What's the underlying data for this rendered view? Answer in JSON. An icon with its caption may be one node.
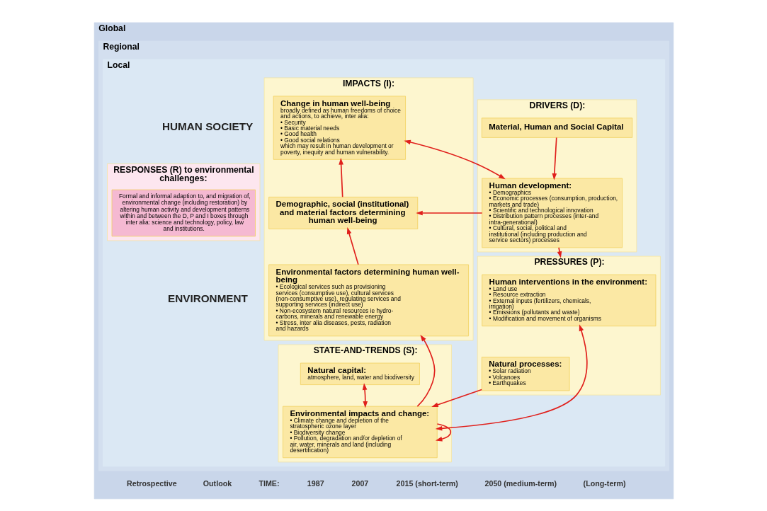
{
  "diagram": {
    "nodes": [
      {
        "text": [
          "Global"
        ]
      },
      {
        "text": [
          "Regional"
        ],
        "in": 0
      },
      {
        "text": [
          "Local"
        ],
        "in": 1
      },
      {
        "text": [
          "DRIVERS (D):"
        ],
        "in": 2
      },
      {
        "text": [
          "Material, Human and Social Capital"
        ],
        "in": 3
      },
      {
        "text": [
          "Human development:",
          "• Demographics",
          "• Economic processes (consumption, production, markets and trade)",
          "• Scientific and technological innovation",
          "• Distribution pattern processes (inter-and intra-generational)",
          "• Cultural, social, political and institutional (including production and service sectors) processes"
        ],
        "in": 3
      },
      {
        "text": [
          "RESPONSES (R) to environmental challenges:"
        ],
        "in": 2
      },
      {
        "text": [
          "Formal and informal adaption to, and migration of, environmental change (including restoration) by altering human activity and development patterns within and between the D, P and I boxes through inter alia: science and technology, policy, law and institutions."
        ],
        "in": 6
      },
      {
        "text": [
          "IMPACTS (I):"
        ],
        "in": 2
      },
      {
        "text": [
          "Change in human well-being",
          "broadly defined as human freedoms of choice and actions, to achieve, inter alia:",
          "• Security",
          "• Basic material needs",
          "• Good health",
          "• Good social relations",
          "which may result in human development or poverty, inequity and human vulnerability."
        ],
        "in": 8
      },
      {
        "text": [
          "Demographic, social (institutional) and material factors determining human well-being"
        ],
        "in": 8
      },
      {
        "text": [
          "Environmental factors determining human well-being",
          "• Ecological services such as provisioning services (consumptive use), cultural services (non-consumptive use), regulating services and supporting services (indirect use)",
          "• Non-ecosystem natural resources ie hydro-carbons, minerals and renewable energy",
          "• Stress, inter alia diseases, pests, radiation and hazards"
        ],
        "in": 8
      },
      {
        "text": [
          "PRESSURES (P):"
        ],
        "in": 2
      },
      {
        "text": [
          "Human interventions in the environment:",
          "• Land use",
          "• Resource extraction",
          "• External inputs (fertilizers, chemicals, irrigation)",
          "• Emissions (pollutants and waste)",
          "• Modification and movement of organisms"
        ],
        "in": 12
      },
      {
        "text": [
          "Natural processes:",
          "• Solar radiation",
          "• Volcanoes",
          "• Earthquakes"
        ],
        "in": 12
      },
      {
        "text": [
          "STATE-AND-TRENDS (S):"
        ],
        "in": 2
      },
      {
        "text": [
          "Natural capital:",
          "atmosphere, land, water and biodiversity"
        ],
        "in": 15
      },
      {
        "text": [
          "Environmental impacts and change:",
          "• Climate change and depletion of the stratospheric ozone layer",
          "• Biodiversity change",
          "• Pollution, degradation and/or depletion of air, water, minerals and land (including desertification)"
        ],
        "in": 15
      }
    ],
    "edges": [
      {
        "from": 4,
        "to": 5,
        "arrow": "to"
      },
      {
        "from": 5,
        "to": 12,
        "arrow": "to"
      },
      {
        "from": 5,
        "to": 9,
        "arrow": "both"
      },
      {
        "from": 5,
        "to": 10,
        "arrow": "to"
      },
      {
        "from": 10,
        "to": 9,
        "arrow": "to"
      },
      {
        "from": 11,
        "to": 10,
        "arrow": "to"
      },
      {
        "from": 13,
        "to": 17,
        "arrow": "both"
      },
      {
        "from": 14,
        "to": 17,
        "arrow": "to"
      },
      {
        "from": 16,
        "to": 17,
        "arrow": "both"
      },
      {
        "from": 17,
        "to": 11,
        "arrow": "to"
      },
      {
        "from": 17,
        "to": 17,
        "arrow": "to"
      }
    ],
    "labels": [
      "HUMAN SOCIETY",
      "ENVIRONMENT",
      "Retrospective",
      "Outlook",
      "TIME:",
      "1987",
      "2007",
      "2015 (short-term)",
      "2050 (medium-term)",
      "(Long-term)"
    ]
  }
}
